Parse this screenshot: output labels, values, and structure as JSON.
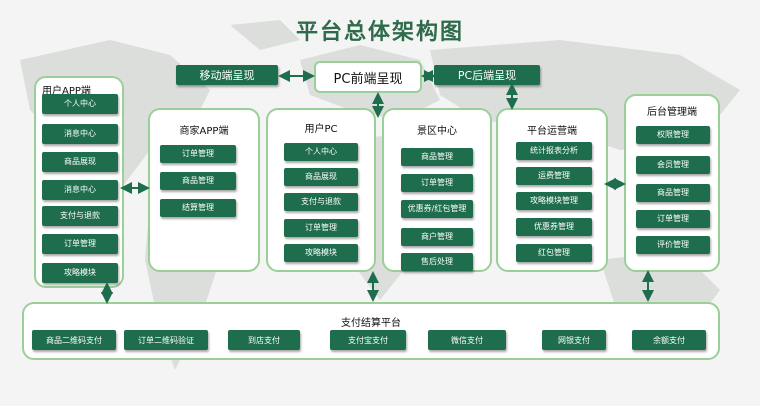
{
  "title": "平台总体架构图",
  "top": {
    "mobile": "移动端呈现",
    "pc_front": "PC前端呈现",
    "pc_back": "PC后端呈现"
  },
  "user_app": {
    "title": "用户APP端",
    "items": [
      "个人中心",
      "消息中心",
      "商品展现",
      "消息中心",
      "支付与退款",
      "订单管理",
      "攻略模块"
    ]
  },
  "merchant_app": {
    "title": "商家APP端",
    "items": [
      "订单管理",
      "商品管理",
      "结算管理"
    ]
  },
  "user_pc": {
    "title": "用户PC",
    "items": [
      "个人中心",
      "商品展现",
      "支付与退款",
      "订单管理",
      "攻略模块"
    ]
  },
  "scenic": {
    "title": "景区中心",
    "items": [
      "商品管理",
      "订单管理",
      "优惠券/红包管理",
      "商户管理",
      "售后处理"
    ]
  },
  "ops": {
    "title": "平台运营端",
    "items": [
      "统计报表分析",
      "运费管理",
      "攻略模块管理",
      "优惠券管理",
      "红包管理"
    ]
  },
  "admin": {
    "title": "后台管理端",
    "items": [
      "权限管理",
      "会员管理",
      "商品管理",
      "订单管理",
      "评价管理"
    ]
  },
  "payment": {
    "title": "支付结算平台",
    "items": [
      "商品二维码支付",
      "订单二维码验证",
      "到店支付",
      "支付宝支付",
      "微信支付",
      "网银支付",
      "余额支付"
    ]
  }
}
